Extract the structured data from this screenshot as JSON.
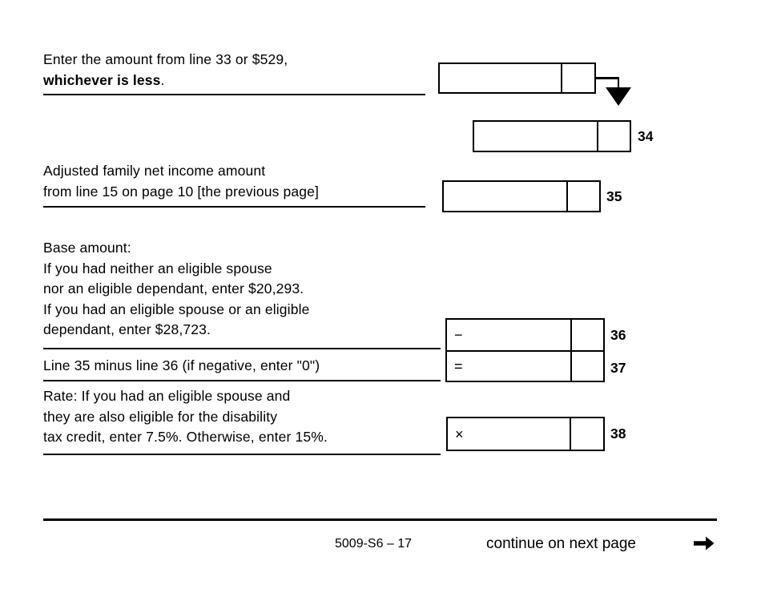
{
  "document": {
    "form_code": "5009-S6",
    "page_label": "5009-S6 – 17",
    "continue_label": "continue on next page",
    "continue_arrow_icon": "arrow-right-icon"
  },
  "rows": [
    {
      "id": "line-33-carryforward",
      "label_line_1": "Enter the amount from line 33 or $529,",
      "label_bold": "whichever is less",
      "label_tail": ".",
      "line_number": "",
      "operator": "",
      "dollars_value": "",
      "cents_value": "",
      "carry_arrow_icon": "arrow-down-icon"
    },
    {
      "id": "line-34",
      "label": "",
      "line_number": "34",
      "operator": "",
      "dollars_value": "",
      "cents_value": ""
    },
    {
      "id": "line-35",
      "label_line_1": "Adjusted family net income amount",
      "label_line_2": "from line 15 on page 10 [the previous page]",
      "line_number": "35",
      "operator": "",
      "dollars_value": "",
      "cents_value": ""
    },
    {
      "id": "line-36",
      "label_line_1": "Base amount:",
      "label_line_2": "If you had neither an eligible spouse",
      "label_line_3": "nor an eligible dependant, enter $20,293.",
      "label_line_4": "If you had an eligible spouse or an eligible",
      "label_line_5": "dependant, enter $28,723.",
      "line_number": "36",
      "operator": "−",
      "operator_name": "minus-operator",
      "dollars_value": "",
      "cents_value": ""
    },
    {
      "id": "line-37",
      "label": "Line 35 minus line 36 (if negative, enter \"0\")",
      "line_number": "37",
      "operator": "=",
      "operator_name": "equals-operator",
      "dollars_value": "",
      "cents_value": ""
    },
    {
      "id": "line-38",
      "label_line_1": "Rate: If you had an eligible spouse and",
      "label_line_2": "they are also eligible for the disability",
      "label_line_3": "tax credit, enter 7.5%. Otherwise, enter 15%.",
      "line_number": "38",
      "operator": "×",
      "operator_name": "multiply-operator",
      "dollars_value": "",
      "cents_value": ""
    }
  ],
  "colors": {
    "ink": "#000000",
    "paper": "#ffffff"
  }
}
